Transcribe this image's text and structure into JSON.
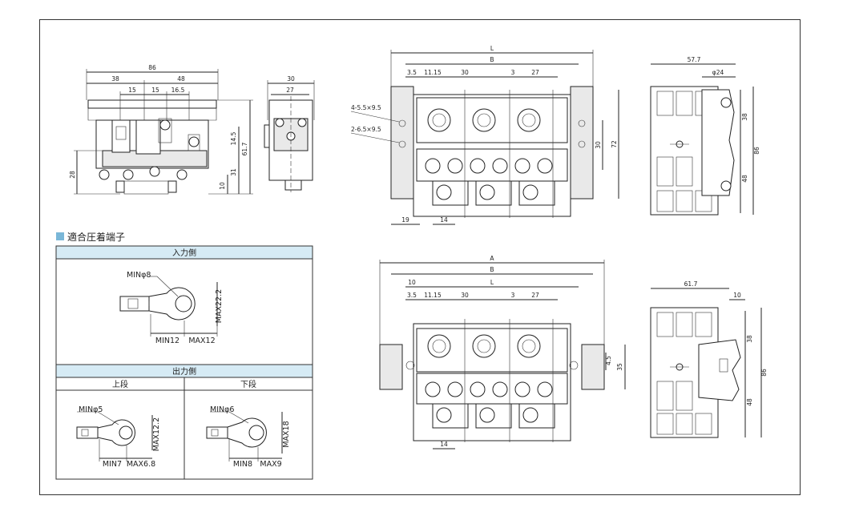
{
  "section_title": "適合圧着端子",
  "colors": {
    "accent": "#7ab7d8",
    "header_bg": "#d6ebf5"
  },
  "input_side": {
    "header": "入力側",
    "min_dia": "MINφ8",
    "max_h": "MAX22.2",
    "min_len": "MIN12",
    "max_w": "MAX12"
  },
  "output_side": {
    "header": "出力側",
    "upper": {
      "header": "上段",
      "min_dia": "MINφ5",
      "max_h": "MAX12.2",
      "min_len": "MIN7",
      "max_w": "MAX6.8"
    },
    "lower": {
      "header": "下段",
      "min_dia": "MINφ6",
      "max_h": "MAX18",
      "min_len": "MIN8",
      "max_w": "MAX9"
    }
  },
  "front_view": {
    "d86": "86",
    "d38": "38",
    "d48": "48",
    "d15a": "15",
    "d15b": "15",
    "d16_5": "16.5",
    "d28": "28",
    "d10": "10",
    "d31": "31",
    "d14_5": "14.5",
    "d61_7": "61.7"
  },
  "side_view": {
    "d30": "30",
    "d27": "27"
  },
  "top_view": {
    "L": "L",
    "B": "B",
    "d3_5": "3.5",
    "d11_15": "11.15",
    "d30": "30",
    "d3": "3",
    "d27": "27",
    "hole1": "4-5.5×9.5",
    "hole2": "2-6.5×9.5",
    "d19": "19",
    "d14": "14",
    "v30": "30",
    "v72": "72"
  },
  "right_top_view": {
    "d57_7": "57.7",
    "d24": "φ24",
    "d38": "38",
    "d86": "86",
    "d48": "48"
  },
  "bottom_view": {
    "A": "A",
    "B": "B",
    "L": "L",
    "d10": "10",
    "d3_5": "3.5",
    "d11_15": "11.15",
    "d30": "30",
    "d3": "3",
    "d27": "27",
    "d14": "14",
    "d4_5": "4.5",
    "d35": "35"
  },
  "right_bottom_view": {
    "d61_7": "61.7",
    "d10": "10",
    "d38": "38",
    "d86": "86",
    "d48": "48"
  }
}
